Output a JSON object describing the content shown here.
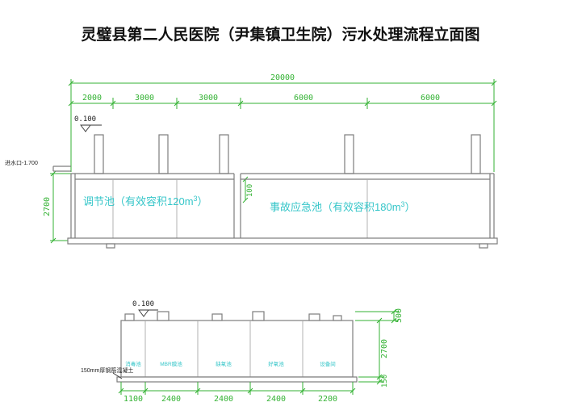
{
  "title": "灵璧县第二人民医院（尹集镇卫生院）污水处理流程立面图",
  "colors": {
    "dimension_green": "#33b233",
    "label_cyan": "#36c6c9",
    "structure_gray": "#7d7d7d",
    "title_black": "#111111"
  },
  "upper_drawing": {
    "total_dim": "20000",
    "segments": [
      "2000",
      "3000",
      "3000",
      "6000",
      "6000"
    ],
    "elevation_top": "0.100",
    "inlet_label": "进水口-1.700",
    "depth_dim": "2700",
    "mid_dim": "100",
    "tank1": {
      "prefix": "调节池（有效容积120m",
      "sup": "3",
      "suffix": "）"
    },
    "tank2": {
      "prefix": "事故应急池（有效容积180m",
      "sup": "3",
      "suffix": "）"
    }
  },
  "lower_drawing": {
    "elevation_top": "0.100",
    "cells": [
      "消毒池",
      "MBR膜池",
      "缺氧池",
      "好氧池",
      "设备间"
    ],
    "bottom_segments": [
      "1100",
      "2400",
      "2400",
      "2400",
      "2200"
    ],
    "right_dims": [
      "500",
      "2700",
      "150"
    ],
    "slab_note": "150mm厚钢筋混凝土"
  }
}
